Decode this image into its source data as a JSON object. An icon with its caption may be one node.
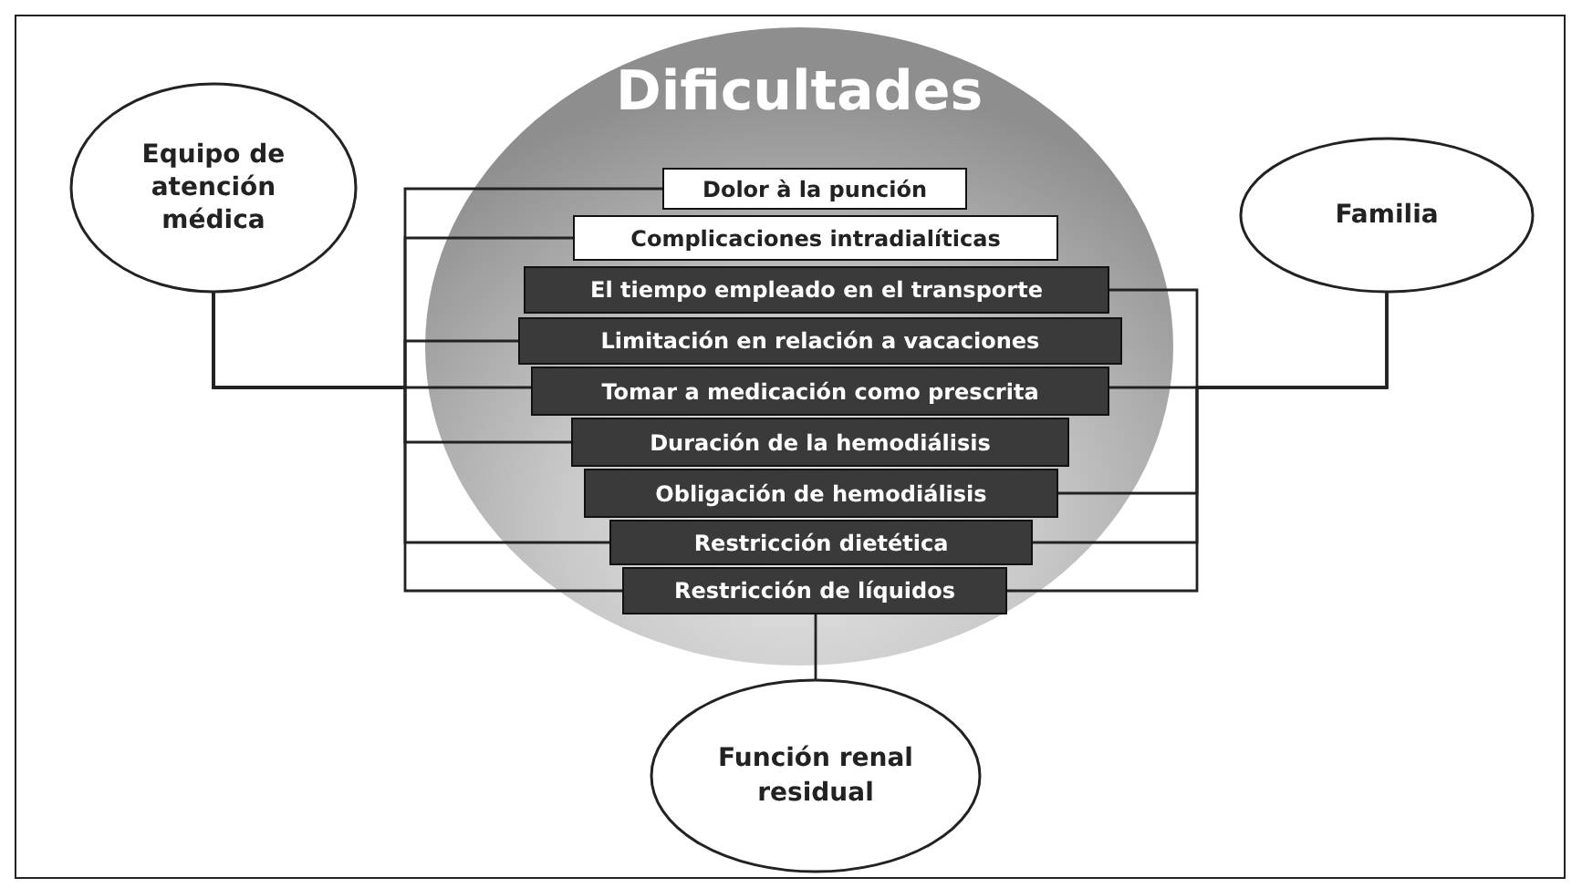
{
  "diagram": {
    "nodes": [
      {
        "text": [
          "Equipo de atención médica"
        ]
      },
      {
        "text": [
          "Dificultades"
        ]
      },
      {
        "text": [
          "Dolor à la punción"
        ],
        "in": 1
      },
      {
        "text": [
          "Complicaciones intradialíticas"
        ],
        "in": 1
      },
      {
        "text": [
          "El tiempo empleado en el transporte"
        ],
        "in": 1
      },
      {
        "text": [
          "Limitación en relación a vacaciones"
        ],
        "in": 1
      },
      {
        "text": [
          "Tomar a medicación  como prescrita"
        ],
        "in": 1
      },
      {
        "text": [
          "Duración de la hemodiálisis"
        ],
        "in": 1
      },
      {
        "text": [
          "Obligación de hemodiálisis"
        ],
        "in": 1
      },
      {
        "text": [
          "Restricción dietética"
        ],
        "in": 1
      },
      {
        "text": [
          "Restricción de líquidos"
        ],
        "in": 1
      },
      {
        "text": [
          "Familia"
        ]
      },
      {
        "text": [
          "Función renal residual"
        ]
      }
    ],
    "edges": [
      {
        "from": 0,
        "to": 2,
        "arrow": "none"
      },
      {
        "from": 0,
        "to": 3,
        "arrow": "none"
      },
      {
        "from": 0,
        "to": 5,
        "arrow": "none"
      },
      {
        "from": 0,
        "to": 6,
        "arrow": "none"
      },
      {
        "from": 0,
        "to": 7,
        "arrow": "none"
      },
      {
        "from": 0,
        "to": 9,
        "arrow": "none"
      },
      {
        "from": 0,
        "to": 10,
        "arrow": "none"
      },
      {
        "from": 11,
        "to": 4,
        "arrow": "none"
      },
      {
        "from": 11,
        "to": 6,
        "arrow": "none"
      },
      {
        "from": 11,
        "to": 8,
        "arrow": "none"
      },
      {
        "from": 11,
        "to": 9,
        "arrow": "none"
      },
      {
        "from": 11,
        "to": 10,
        "arrow": "none"
      },
      {
        "from": 12,
        "to": 10,
        "arrow": "none"
      }
    ]
  }
}
